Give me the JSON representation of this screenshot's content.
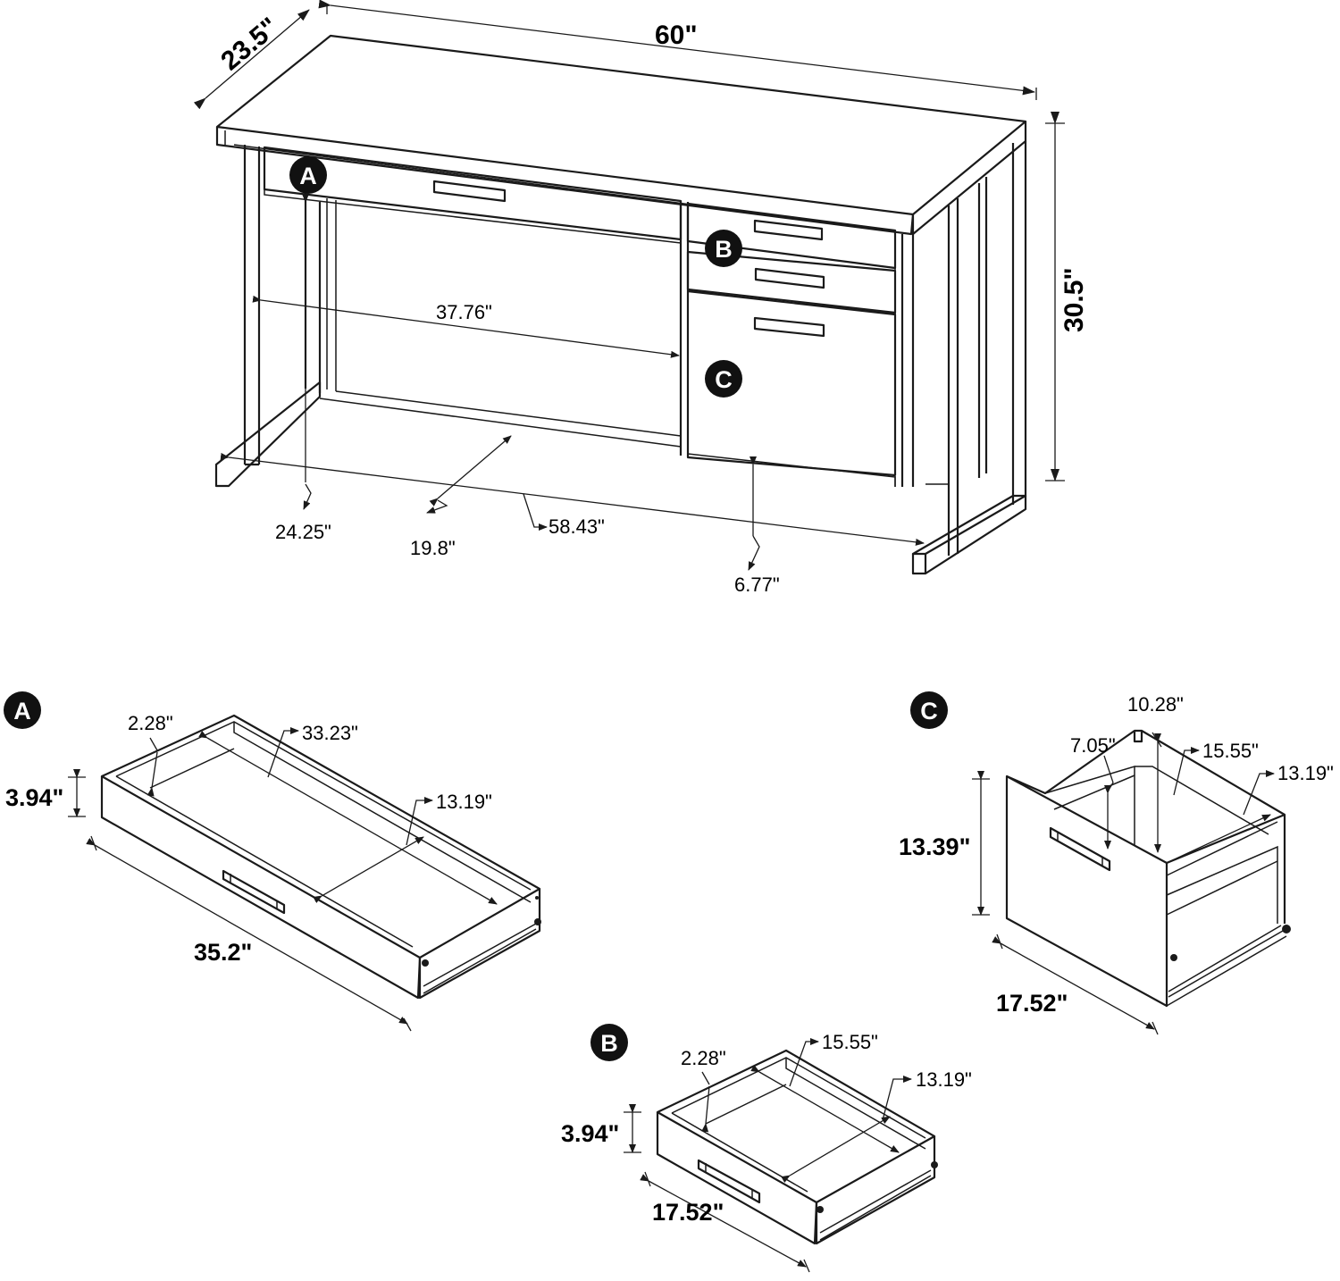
{
  "desk": {
    "width": "60\"",
    "depth": "23.5\"",
    "height": "30.5\"",
    "knee_width": "37.76\"",
    "knee_height": "24.25\"",
    "knee_depth": "19.8\"",
    "inner_width": "58.43\"",
    "clearance": "6.77\"",
    "labels": [
      "A",
      "B",
      "C"
    ]
  },
  "drawer_a": {
    "label": "A",
    "side_height": "2.28\"",
    "inner_length": "33.23\"",
    "inner_depth": "13.19\"",
    "height": "3.94\"",
    "length": "35.2\""
  },
  "drawer_b": {
    "label": "B",
    "side_height": "2.28\"",
    "inner_length": "15.55\"",
    "inner_depth": "13.19\"",
    "height": "3.94\"",
    "length": "17.52\""
  },
  "drawer_c": {
    "label": "C",
    "back_height": "10.28\"",
    "side_height": "7.05\"",
    "inner_length": "15.55\"",
    "inner_depth": "13.19\"",
    "height": "13.39\"",
    "length": "17.52\""
  },
  "colors": {
    "line": "#1a1a1a",
    "badge": "#111111",
    "background": "#ffffff"
  }
}
